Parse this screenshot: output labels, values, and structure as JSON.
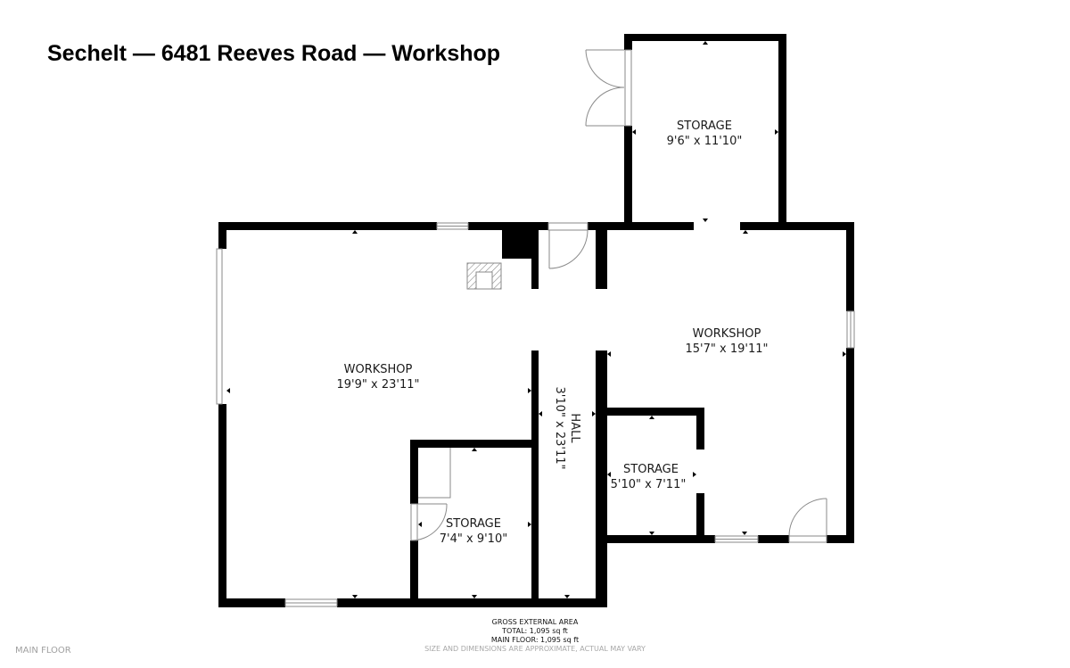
{
  "title": "Sechelt — 6481 Reeves Road — Workshop",
  "rooms": [
    {
      "id": "workshop-left",
      "name": "WORKSHOP",
      "dims": "19'9\" x 23'11\""
    },
    {
      "id": "workshop-right",
      "name": "WORKSHOP",
      "dims": "15'7\" x 19'11\""
    },
    {
      "id": "storage-top",
      "name": "STORAGE",
      "dims": "9'6\" x 11'10\""
    },
    {
      "id": "storage-right-small",
      "name": "STORAGE",
      "dims": "5'10\" x 7'11\""
    },
    {
      "id": "storage-left-small",
      "name": "STORAGE",
      "dims": "7'4\" x 9'10\""
    },
    {
      "id": "hall",
      "name": "HALL",
      "dims": "3'10\" x 23'11\""
    }
  ],
  "area": {
    "heading": "GROSS EXTERNAL AREA",
    "total": "TOTAL: 1,095 sq ft",
    "main_floor": "MAIN FLOOR: 1,095 sq ft",
    "disclaimer": "SIZE AND DIMENSIONS ARE APPROXIMATE, ACTUAL MAY VARY"
  },
  "floor_label": "MAIN FLOOR",
  "colors": {
    "wall": "#000000",
    "fixture": "#8a8a8a",
    "text": "#1a1a1a",
    "muted": "#a0a0a0"
  }
}
